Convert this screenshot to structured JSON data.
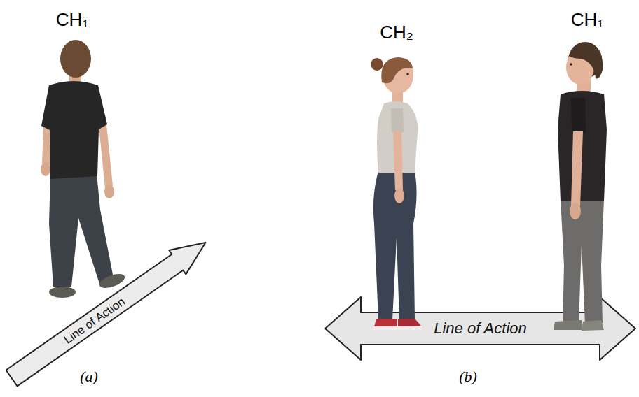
{
  "diagram": {
    "nodes": [
      {
        "text": [
          "Line of Action"
        ]
      },
      {
        "text": [
          "Line of Action"
        ]
      }
    ],
    "labels": [
      "CH₁",
      "(a)",
      "CH₂",
      "CH₁",
      "(b)"
    ]
  }
}
